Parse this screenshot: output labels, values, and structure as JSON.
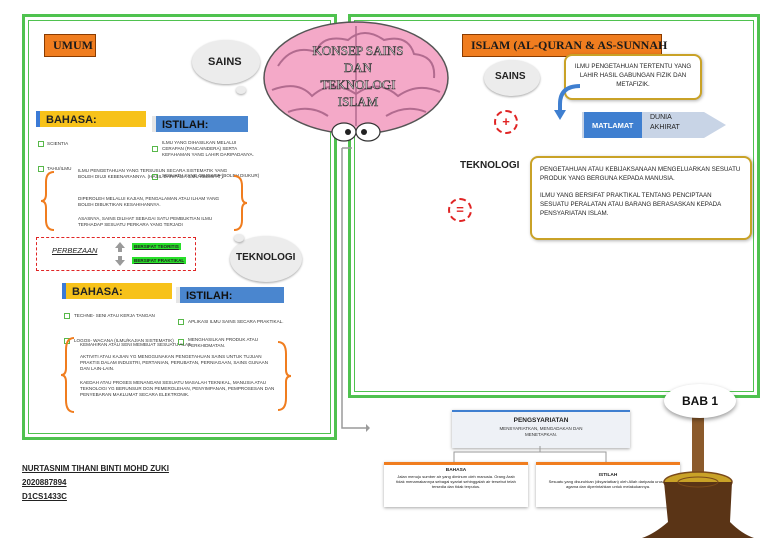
{
  "title": "KONSEP SAINS DAN TEKNOLOGI ISLAM",
  "umum": {
    "header": "UMUM",
    "sains": {
      "cloud": "SAINS",
      "bahasa_label": "BAHASA:",
      "bahasa_item": "SCIENTIA",
      "bahasa_item2": "TAHU/ILMU",
      "istilah_label": "ISTILAH:",
      "istilah_text": "ILMU YANG DIHASILKAN MELALUI CERAPAN (PANCAINDERA) SERTA KEFAHAMAN YANG LAHIR DARIPADANYA.",
      "istilah_text2": "SESUATU YANG OBJEKTIF (BOLEH DIUKUR)",
      "desc1": "ILMU PENGETAHUAN YANG TERSUSUN SECARA SISTEMATIK YANG BOLEH DIUJI KEBENARANNYA. (HASIL DARIPADA ILMU KEEMPAT).",
      "desc2": "DIPEROLEH MELALUI KAJIAN, PENGALAMAN ATAU ILHAM YANG BOLEH DIBUKTIKAN KESAHIHANNYA.",
      "desc3": "ASASNYA, SAINS DILIHAT SEBAGAI SATU PEMBUKTIAN ILMU TERHADAP SESUATU PERKARA YANG TERJADI"
    },
    "perbezaan": {
      "label": "PERBEZAAN",
      "item1": "BERSIFAT TEORITIS",
      "item2": "BERSIFAT PRAKTIKAL"
    },
    "teknologi": {
      "cloud": "TEKNOLOGI",
      "bahasa_label": "BAHASA:",
      "bahasa_item1": "TECHNE- SENI ATAU KERJA TANGAN",
      "bahasa_item2": "LOGOS- WACANA (ILMU/KAJIAN SISTEMATIK)",
      "istilah_label": "ISTILAH:",
      "istilah_item1": "APLIKASI ILMU SAINS SECARA PRAKTIKAL.",
      "istilah_item2": "MENGHASILKAN PRODUK ATAU PERKHIDMATAN.",
      "desc1": "KEMAHIRAN ATAU SENI MEMBUAT SESUATU ALAT.",
      "desc2": "AKTIVITI ATAU KAJIAN YG MENGGUNAKAN PENGETAHUAN SAINS UNTUK TUJUAN PRAKTIS DALAM INDUSTRI, PERTANIAN, PERUBATAN, PERNIAGAAN, SAINS GUNAAN DAN LAIN-LAIN.",
      "desc3": "KAEDAH ATAU PROSES MENANGANI SESUATU MASALAH TEKNIKAL, MANUSIA ATAU TEKNOLOGI YG BERUNSUR DGN PEMEROLEHAN, PENYIMPANAN, PEMPROSESAN DAN PENYEBARAN MAKLUMAT SECARA ELEKTRONIK."
    }
  },
  "islam": {
    "header": "ISLAM (AL-QURAN & AS-SUNNAH",
    "sains_label": "SAINS",
    "sains_text": "ILMU PENGETAHUAN TERTENTU YANG LAHIR HASIL GABUNGAN FIZIK DAN METAFIZIK.",
    "matlamat_label": "MATLAMAT",
    "matlamat_text": "DUNIA AKHIRAT",
    "plus": "+",
    "equals": "=",
    "teknologi_label": "TEKNOLOGI",
    "teknologi_text1": "PENGETAHUAN ATAU KEBIJAKSANAAN MENGELUARKAN SESUATU PRODUK YANG BERGUNA KEPADA MANUSIA.",
    "teknologi_text2": "ILMU YANG BERSIFAT PRAKTIKAL TENTANG PENCIPTAAN SESUATU PERALATAN ATAU BARANG BERASASKAN KEPADA PENSYARIATAN ISLAM."
  },
  "pensyariatan": {
    "title": "PENGSYARIATAN",
    "subtitle": "MENSYARIATKAN, MENGADAKAN DAN MENETAPKAN.",
    "bahasa_label": "BAHASA",
    "bahasa_text": "Jalan menuju sumber air yang diminum oleh manusia. Orang Arab tidak menamakannya sebagai syariat sehinggalah air tersebut telah tersedia dan tidak terputus.",
    "istilah_label": "ISTILAH",
    "istilah_text": "Sesuatu yang disuruhkan (disyariatkan) oleh Allah daripada urusan agama dan diperintahkan untuk melakukannya."
  },
  "bab": "BAB 1",
  "author": {
    "name": "NURTASNIM TIHANI BINTI MOHD ZUKI",
    "id": "2020887894",
    "class": "D1CS1433C"
  },
  "colors": {
    "panel_border": "#4fc24f",
    "header_orange": "#f07d1f",
    "brain_pink": "#f4a9c8",
    "tag_yellow": "#f7c21a",
    "tag_blue": "#4a86cf",
    "box_gold": "#c9a227",
    "arrow_blue": "#3f7fd0",
    "red_dash": "#e02424"
  }
}
